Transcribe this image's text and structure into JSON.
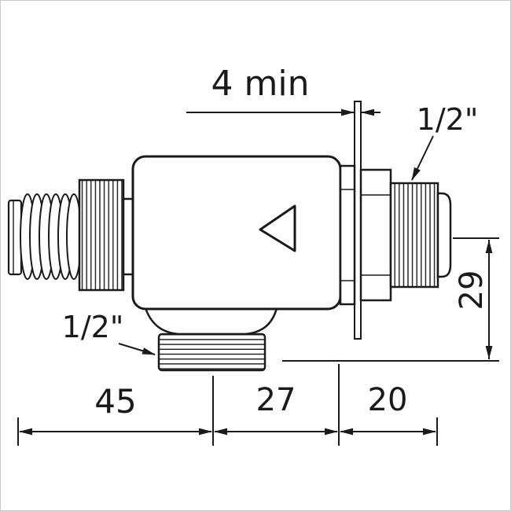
{
  "drawing": {
    "annotations": {
      "top": "4 min",
      "right_thread": "1/2\"",
      "bottom_thread": "1/2\"",
      "height_29": "29",
      "width_45": "45",
      "width_27": "27",
      "width_20": "20"
    },
    "colors": {
      "ink": "#1a1a1a",
      "paper": "#ffffff",
      "frame": "#c9c9c9"
    }
  }
}
